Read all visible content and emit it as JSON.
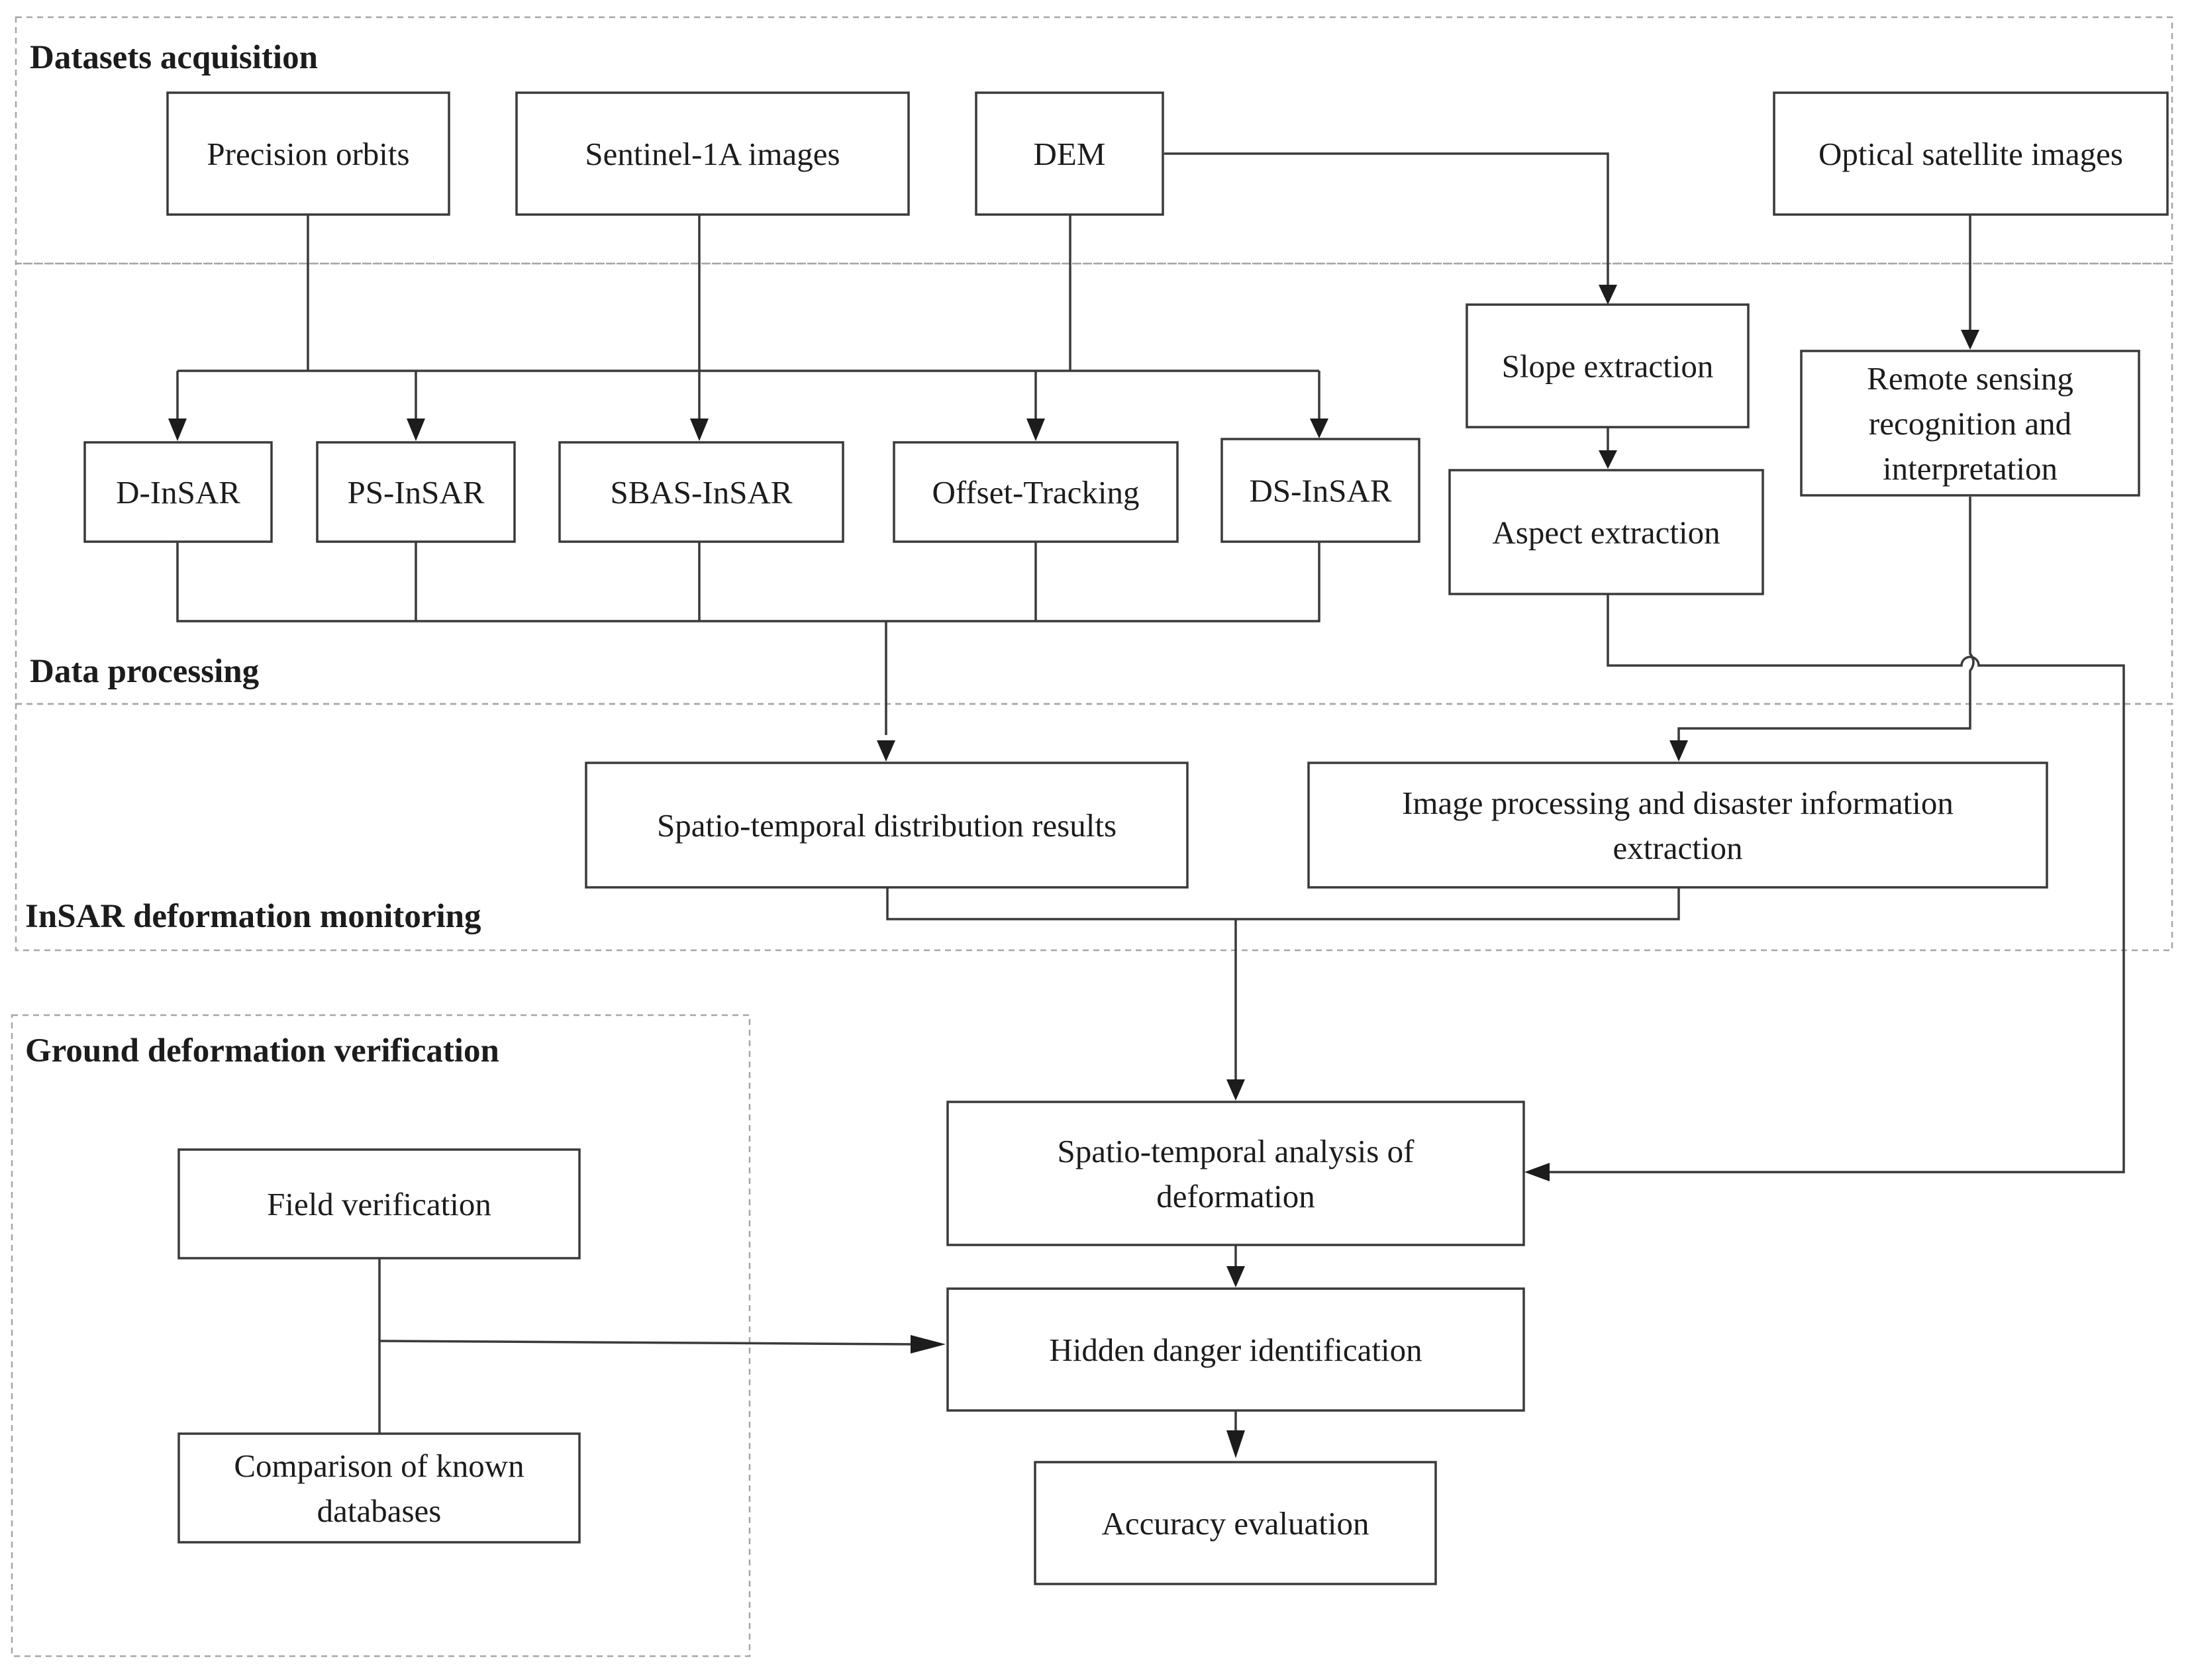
{
  "sections": {
    "datasets": "Datasets acquisition",
    "processing": "Data processing",
    "monitoring": "InSAR deformation monitoring",
    "ground": "Ground deformation verification"
  },
  "nodes": {
    "precision_orbits": [
      "Precision orbits"
    ],
    "sentinel": [
      "Sentinel-1A images"
    ],
    "dem": [
      "DEM"
    ],
    "optical": [
      "Optical satellite images"
    ],
    "slope": [
      "Slope extraction"
    ],
    "aspect": [
      "Aspect extraction"
    ],
    "remote_sensing": [
      "Remote sensing",
      "recognition and",
      "interpretation"
    ],
    "dinsar": [
      "D-InSAR"
    ],
    "psinsar": [
      "PS-InSAR"
    ],
    "sbas": [
      "SBAS-InSAR"
    ],
    "offset": [
      "Offset-Tracking"
    ],
    "dsinsar": [
      "DS-InSAR"
    ],
    "spatio_results": [
      "Spatio-temporal  distribution results"
    ],
    "image_processing": [
      "Image processing and disaster information",
      "extraction"
    ],
    "analysis": [
      "Spatio-temporal analysis of",
      "deformation"
    ],
    "hidden_danger": [
      "Hidden danger identification"
    ],
    "accuracy": [
      "Accuracy evaluation"
    ],
    "field": [
      "Field verification"
    ],
    "comparison": [
      "Comparison of known",
      "databases"
    ]
  },
  "colors": {
    "stroke": "#3a3a3a",
    "frame": "#a6a6a6",
    "text": "#1c1c1c",
    "background": "#ffffff"
  }
}
